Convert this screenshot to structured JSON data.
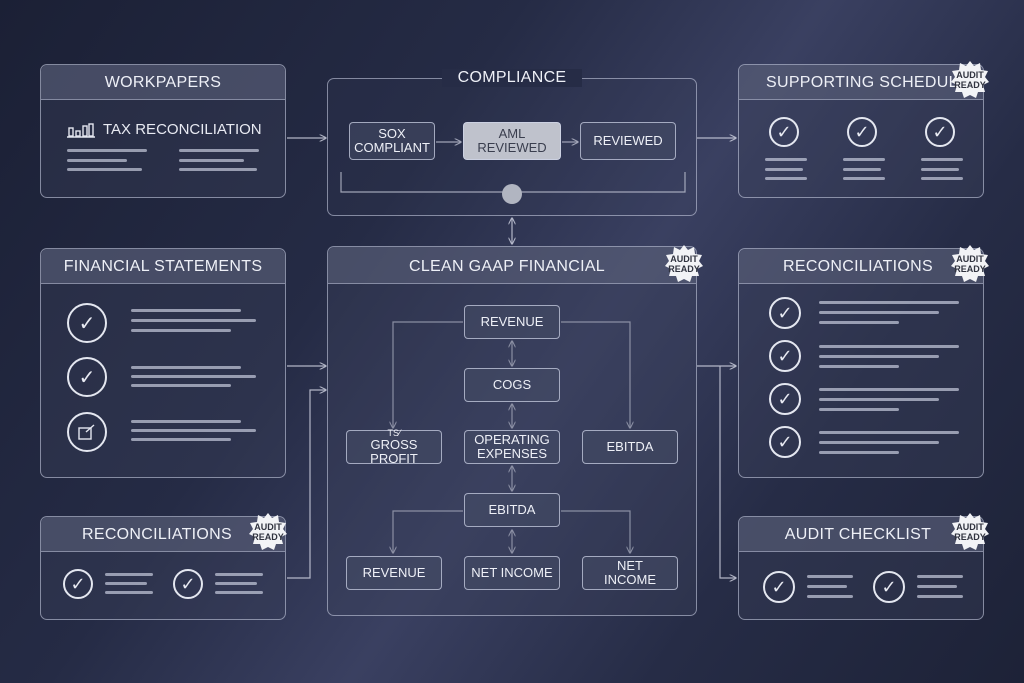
{
  "badge": {
    "line1": "AUDIT",
    "line2": "READY"
  },
  "workpapers": {
    "title": "WORKPAPERS",
    "item": "TAX RECONCILIATION"
  },
  "compliance": {
    "title": "COMPLIANCE",
    "steps": [
      "SOX\nCOMPLIANT",
      "AML\nREVIEWED",
      "REVIEWED"
    ]
  },
  "supporting": {
    "title": "SUPPORTING SCHEDULE"
  },
  "financial_statements": {
    "title": "FINANCIAL STATEMENTS"
  },
  "gaap": {
    "title": "CLEAN GAAP FINANCIAL",
    "revenue_top": "REVENUE",
    "cogs": "COGS",
    "gross_profit": "GROSS PROFIT",
    "operating_expenses": "OPERATING\nEXPENSES",
    "ebitda_right": "EBITDA",
    "ebitda_mid": "EBITDA",
    "revenue_bottom": "REVENUE",
    "net_income_mid": "NET INCOME",
    "net_income_right": "NET\nINCOME"
  },
  "reconciliations_right": {
    "title": "RECONCILIATIONS"
  },
  "reconciliations_left": {
    "title": "RECONCILIATIONS"
  },
  "audit_checklist": {
    "title": "AUDIT CHECKLIST"
  },
  "colors": {
    "accent": "#bfc2cc",
    "background": "#252b45"
  }
}
